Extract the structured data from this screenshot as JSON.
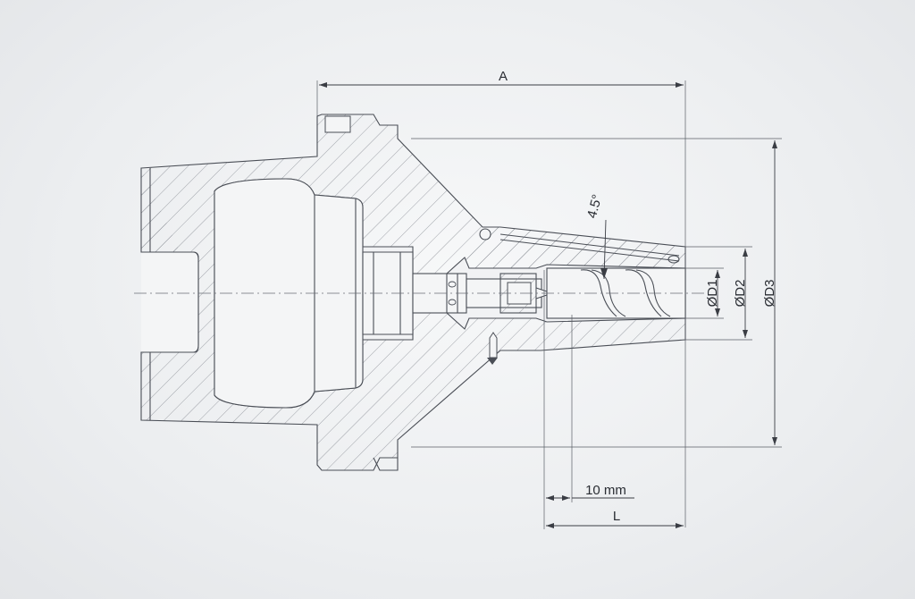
{
  "dimensions": {
    "A": "A",
    "L": "L",
    "D1": "ØD1",
    "D2": "ØD2",
    "D3": "ØD3",
    "angle": "4.5°",
    "ten_mm": "10 mm"
  },
  "colors": {
    "line": "#3a3d44",
    "hatch": "#8a8e96",
    "background": "#eceef0"
  }
}
